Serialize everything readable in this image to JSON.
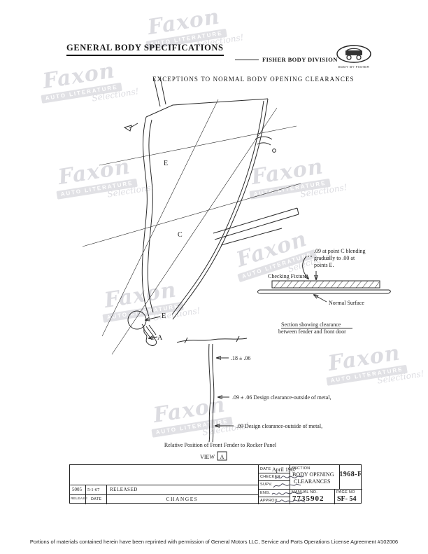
{
  "watermark": {
    "name": "Faxon",
    "tagline": "AUTO LITERATURE",
    "flourish": "Selections!"
  },
  "header": {
    "title": "GENERAL BODY SPECIFICATIONS",
    "division": "FISHER BODY DIVISION",
    "logo_caption": "BODY BY FISHER"
  },
  "subtitle": "EXCEPTIONS TO NORMAL BODY OPENING CLEARANCES",
  "drawing": {
    "point_labels": {
      "e_upper": "E",
      "c_mid": "C",
      "e_lower": "E",
      "a_lower": "A"
    },
    "fixture_note": {
      "line1": ".09 at point C blending",
      "line2": "gradually to .00 at",
      "line3": "points E."
    },
    "checking_fixture_label": "Checking Fixture",
    "normal_surface_label": "Normal Surface",
    "section_note": {
      "line1": "Section showing clearance",
      "line2": "between fender and front door"
    },
    "dimensions": {
      "gap_top": ".18 ± .06",
      "gap_mid": ".09 ± .06  Design clearance-outside of metal,",
      "gap_bottom": ".09  Design clearance-outside of metal,"
    },
    "caption": "Relative Position of Front Fender to Rocker Panel",
    "view": {
      "label": "VIEW",
      "letter": "A"
    }
  },
  "title_block": {
    "date": {
      "label": "DATE",
      "value": "April 1967"
    },
    "checker": {
      "label": "CHECKER"
    },
    "supv": {
      "label": "SUPV."
    },
    "eng": {
      "label": "ENG."
    },
    "approv": {
      "label": "APPROV"
    },
    "section": {
      "label": "SECTION",
      "value_line1": "BODY OPENING",
      "value_line2": "CLEARANCES"
    },
    "model_year": "1968-F",
    "manual": {
      "label": "MANUAL NO.",
      "value": "7735902"
    },
    "page": {
      "label": "PAGE NO",
      "value": "SF- 54"
    },
    "release_row": {
      "number": "5005",
      "date": "5-1-67",
      "status": "RELEASED"
    },
    "footer_row": {
      "release": "RELEASE",
      "date": "DATE",
      "changes": "CHANGES"
    }
  },
  "footer": "Portions of materials contained herein have been reprinted with permission of General Motors LLC, Service and Parts Operations License Agreement #102006"
}
